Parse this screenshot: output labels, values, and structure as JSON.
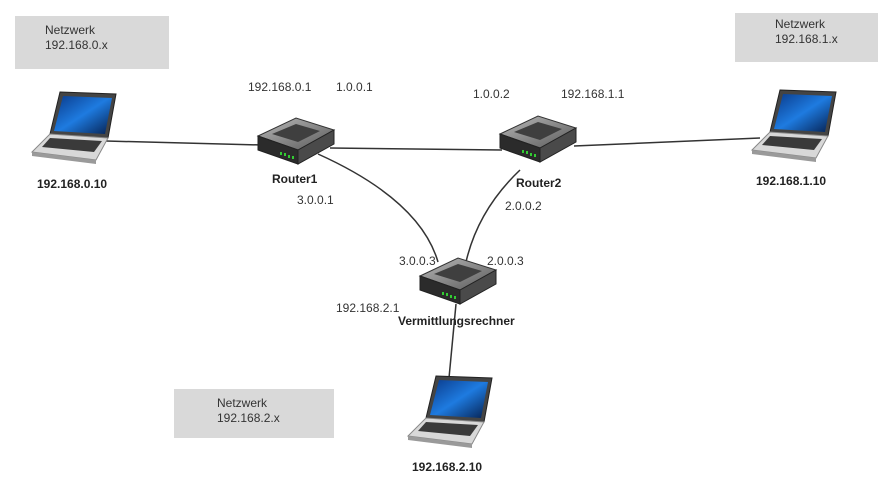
{
  "networks": [
    {
      "title": "Netzwerk",
      "subnet": "192.168.0.x"
    },
    {
      "title": "Netzwerk",
      "subnet": "192.168.1.x"
    },
    {
      "title": "Netzwerk",
      "subnet": "192.168.2.x"
    }
  ],
  "hosts": [
    {
      "ip": "192.168.0.10",
      "icon": "laptop-icon"
    },
    {
      "ip": "192.168.1.10",
      "icon": "laptop-icon"
    },
    {
      "ip": "192.168.2.10",
      "icon": "laptop-icon"
    }
  ],
  "routers": [
    {
      "name": "Router1",
      "icon": "router-icon"
    },
    {
      "name": "Router2",
      "icon": "router-icon"
    },
    {
      "name": "Vermittlungsrechner",
      "icon": "router-icon"
    }
  ],
  "interface_labels": {
    "r1_lan": "192.168.0.1",
    "r1_to_r2": "1.0.0.1",
    "r1_to_v": "3.0.0.1",
    "r2_to_r1": "1.0.0.2",
    "r2_lan": "192.168.1.1",
    "r2_to_v": "2.0.0.2",
    "v_to_r1": "3.0.0.3",
    "v_to_r2": "2.0.0.3",
    "v_lan": "192.168.2.1"
  }
}
